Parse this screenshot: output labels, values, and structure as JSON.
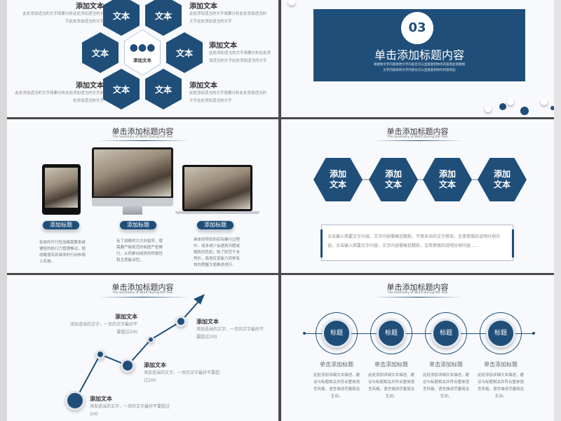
{
  "colors": {
    "accent": "#1f4e79",
    "background": "#f7f9fc",
    "frame": "#4a4a4a"
  },
  "slide1": {
    "hex_label": "文本",
    "center_label": "添加文本",
    "center_icon": "team-people-icon",
    "items": [
      {
        "title": "添加文本",
        "text": "此处添加适当的文字简要分析此处添加适当的文字此处添加适当的文字"
      },
      {
        "title": "添加文本",
        "text": "此处添加适当的文字简要分析此处添加适当的文字此处添加适当的文字"
      },
      {
        "title": "添加文本",
        "text": "此处添加适当的文字简要分析此处添加适当的文字此处添加适当的文字"
      },
      {
        "title": "添加文本",
        "text": "此处添加适当的文字简要分析此处添加适当的文字此处添加适当的文字"
      },
      {
        "title": "添加文本",
        "text": "此处添加适当的文字简要分析此处添加适当的文字此处添加适当的文字"
      }
    ]
  },
  "slide2": {
    "number": "03",
    "title": "单击添加标题内容",
    "sub1": "请替换文字内容修改文字内容也可以直接复制你的内容到此请替换",
    "sub2": "文字内容修改文字内容也可以直接复制你的内容到此"
  },
  "slide3": {
    "title": "单击添加标题内容",
    "subtitle": "The Summary of Work During the Year",
    "cards": [
      {
        "label": "添加标题",
        "text": "有效的可行性战略需要系统铺垫的执行力管理推动，使战略落实到具体的行动布局上实施。"
      },
      {
        "label": "添加标题",
        "text": "有了战略的大方向指导，使需要严格规范的制度严密推行，从而推动成员的积极性和主观能动性。"
      },
      {
        "label": "添加标题",
        "text": "具体到项目的实际推行过程中，或多或少会遇到问题或随机的危机，除了防范于未然外，临场应变能力同样有效的把握大局推进进行。"
      }
    ]
  },
  "slide4": {
    "title": "单击添加标题内容",
    "subtitle": "The Summary of Work During the Year",
    "hexes": [
      "添加\n文本",
      "添加\n文本",
      "添加\n文本",
      "添加\n文本"
    ],
    "box_text": "点击输入简要文字内容，文字内容需概括精炼，不用多余的文字修饰，言简意赅的说明分项内容。点击输入简要文字内容，文字内容需概括精炼，言简意赅的说明分项内容......"
  },
  "slide5": {
    "title": "单击添加标题内容",
    "subtitle": "The Summary of Work During the Year",
    "items": [
      {
        "title": "添加文本",
        "text": "添加适当的文字，一页的文字最好不要超过200"
      },
      {
        "title": "添加文本",
        "text": "添加适当的文字，一页的文字最好不要超过200"
      },
      {
        "title": "添加文本",
        "text": "添加适当的文字，一页的文字最好不要超过200"
      },
      {
        "title": "添加文本",
        "text": "添加适当的文字，一页的文字最好不要超过200"
      }
    ]
  },
  "slide6": {
    "title": "单击添加标题内容",
    "subtitle": "The Summary of Work During the Year",
    "steps": [
      {
        "circle": "标题",
        "heading": "单击添加标题",
        "text": "此处添加详细文本描述，建议与标题相关并符合整体语言风格，语言描述尽量简洁生动。"
      },
      {
        "circle": "标题",
        "heading": "单击添加标题",
        "text": "此处添加详细文本描述，建议与标题相关并符合整体语言风格，语言描述尽量简洁生动。"
      },
      {
        "circle": "标题",
        "heading": "单击添加标题",
        "text": "此处添加详细文本描述，建议与标题相关并符合整体语言风格，语言描述尽量简洁生动。"
      },
      {
        "circle": "标题",
        "heading": "单击添加标题",
        "text": "此处添加详细文本描述，建议与标题相关并符合整体语言风格，语言描述尽量简洁生动。"
      }
    ]
  }
}
